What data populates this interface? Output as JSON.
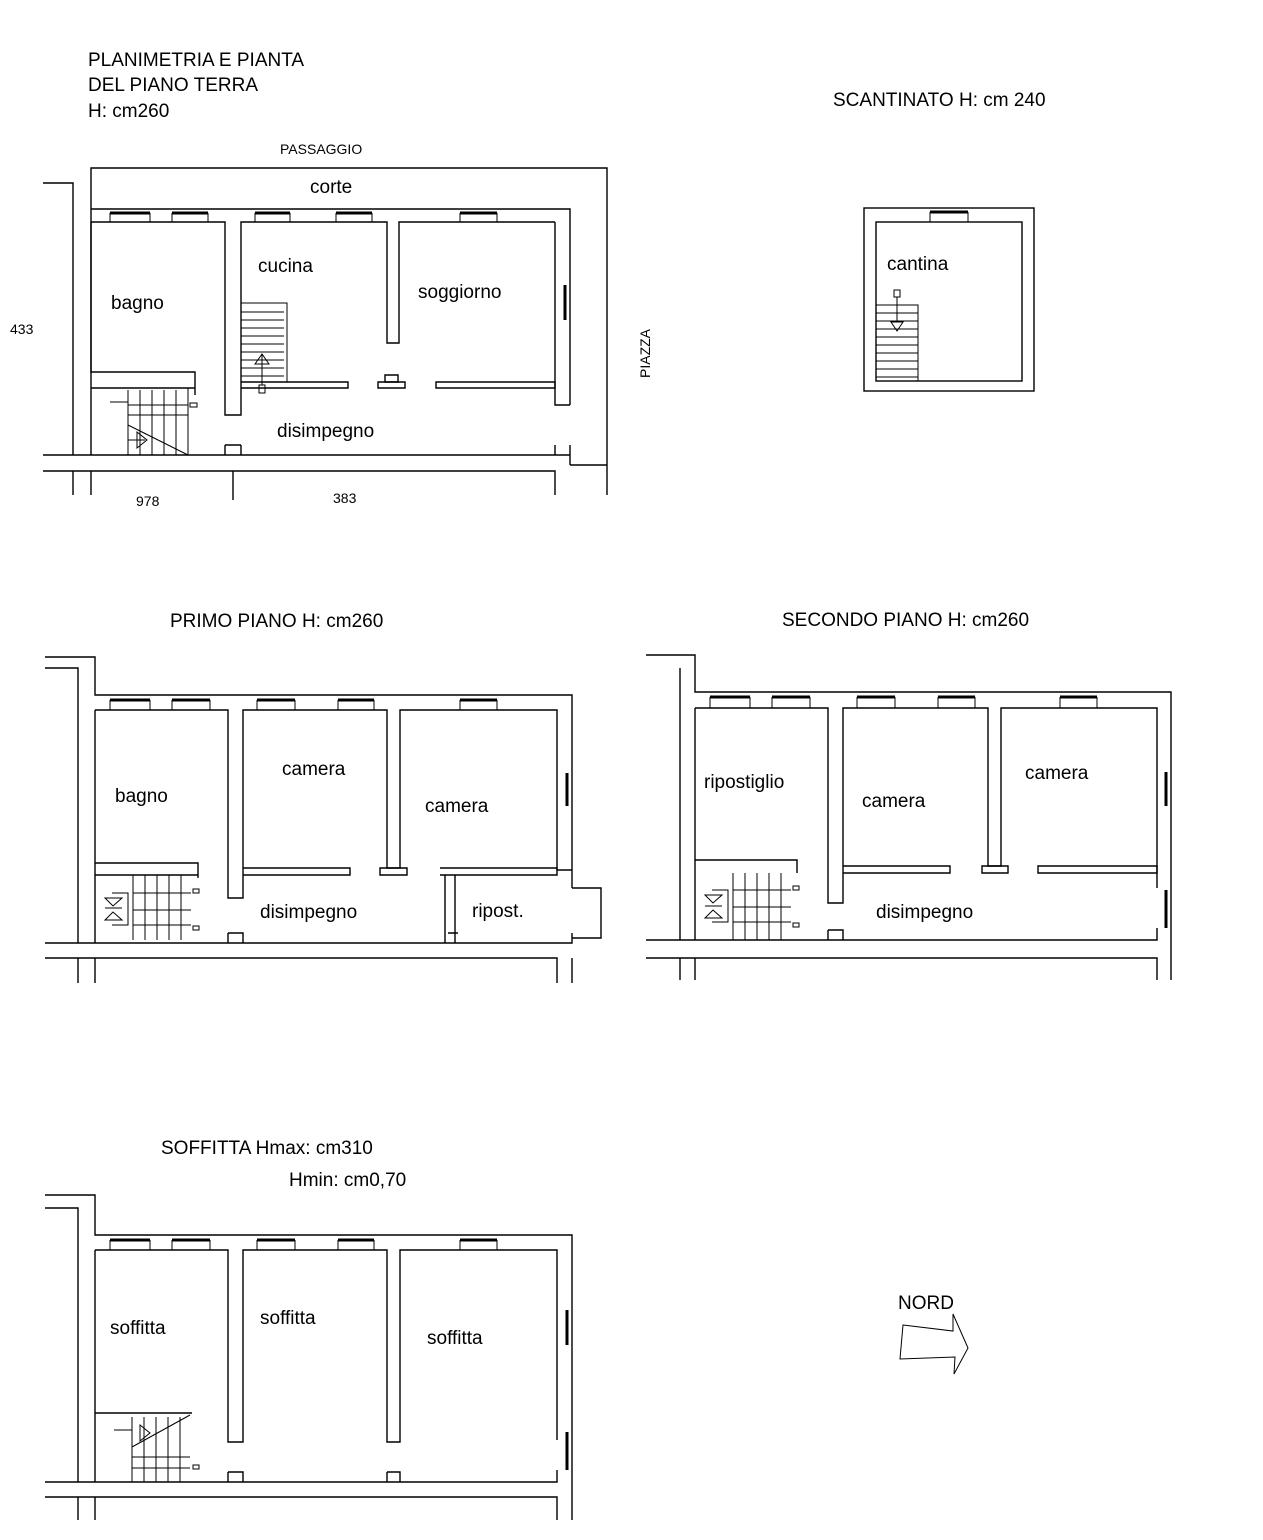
{
  "ground_floor": {
    "title_line1": "PLANIMETRIA E PIANTA",
    "title_line2": "DEL PIANO TERRA",
    "title_line3": "H: cm260",
    "passage": "PASSAGGIO",
    "square": "PIAZZA",
    "dim_height": "433",
    "dim_left": "978",
    "dim_right": "383",
    "rooms": {
      "courtyard": "corte",
      "bathroom": "bagno",
      "kitchen": "cucina",
      "living": "soggiorno",
      "hallway": "disimpegno"
    }
  },
  "basement": {
    "title": "SCANTINATO H: cm 240",
    "room": "cantina"
  },
  "first_floor": {
    "title": "PRIMO PIANO  H: cm260",
    "rooms": {
      "bathroom": "bagno",
      "room_a": "camera",
      "room_b": "camera",
      "hallway": "disimpegno",
      "storage": "ripost."
    }
  },
  "second_floor": {
    "title": "SECONDO PIANO  H: cm260",
    "rooms": {
      "storage": "ripostiglio",
      "room_a": "camera",
      "room_b": "camera",
      "hallway": "disimpegno"
    }
  },
  "attic": {
    "title_line1": "SOFFITTA Hmax: cm310",
    "title_line2": "Hmin: cm0,70",
    "rooms": {
      "room_a": "soffitta",
      "room_b": "soffitta",
      "room_c": "soffitta"
    }
  },
  "north": {
    "label": "NORD",
    "icon": "arrow-right-icon"
  }
}
